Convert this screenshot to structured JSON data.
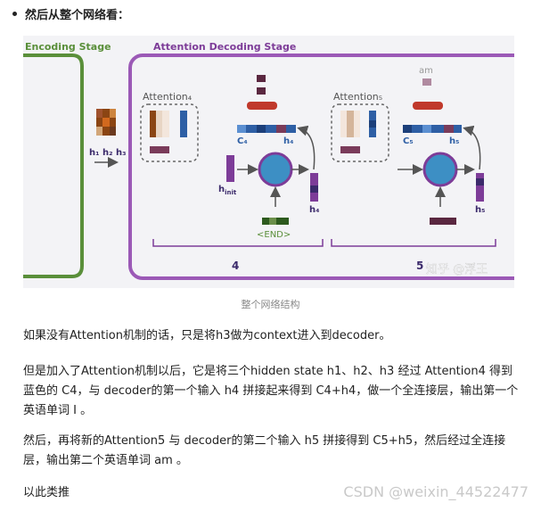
{
  "heading": "然后从整个网络看：",
  "figure": {
    "encoding_stage_label": "Encoding Stage",
    "attention_decoding_label": "Attention Decoding Stage",
    "attention4_label": "Attention₄",
    "attention5_label": "Attention₅",
    "h123_label": "h₁ h₂ h₃",
    "c4_label": "C₄",
    "h4_top_label": "h₄",
    "c5_label": "C₅",
    "h5_top_label": "h₅",
    "hinit_label": "h",
    "hinit_sub": "init",
    "h4_label": "h₄",
    "h5_label": "h₅",
    "end_label": "<END>",
    "step4_label": "4",
    "step5_label": "5",
    "am_label": "am",
    "zhihu_watermark": "知乎 @浮王"
  },
  "caption": "整个网络结构",
  "paragraphs": [
    "如果没有Attention机制的话，只是将h3做为context进入到decoder。",
    "但是加入了Attention机制以后，它是将三个hidden state h1、h2、h3 经过 Attention4 得到蓝色的 C4，与 decoder的第一个输入 h4 拼接起来得到 C4+h4，做一个全连接层，输出第一个英语单词 I 。",
    "然后，再将新的Attention5 与 decoder的第二个输入 h5 拼接得到 C5+h5，然后经过全连接层，输出第二个英语单词 am 。",
    "以此类推"
  ],
  "watermark": "CSDN @weixin_44522477",
  "colors": {
    "encoding_green": "#5a8f3a",
    "decoding_purple": "#9b59b6",
    "rnn_blue": "#3d8fc4",
    "fc_red": "#c0392b"
  }
}
